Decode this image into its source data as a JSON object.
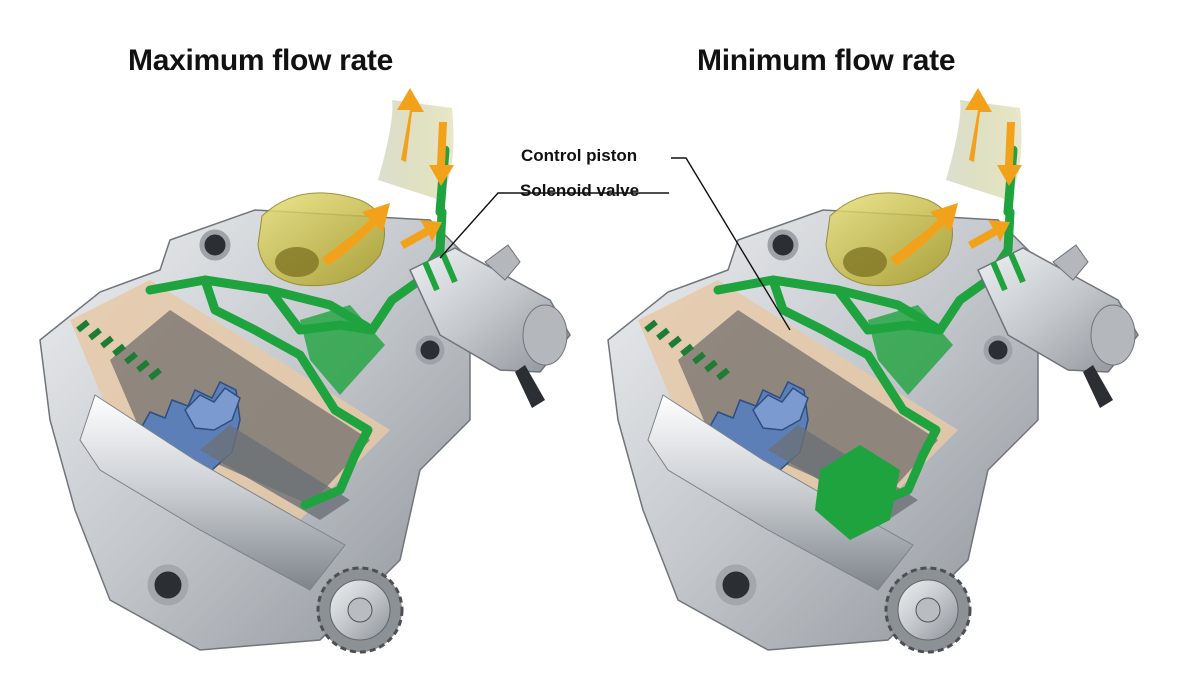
{
  "titles": {
    "left": "Maximum flow rate",
    "right": "Minimum flow rate"
  },
  "callouts": {
    "control_piston": "Control piston",
    "solenoid_valve": "Solenoid valve"
  },
  "colors": {
    "oil_channel": "#1fa33f",
    "flow_arrow": "#f2a21a",
    "gear": "#5d7fb8",
    "housing": "#c9cdd2",
    "cutaway": "#e6c9a8",
    "reservoir": "#c8bd3c"
  }
}
